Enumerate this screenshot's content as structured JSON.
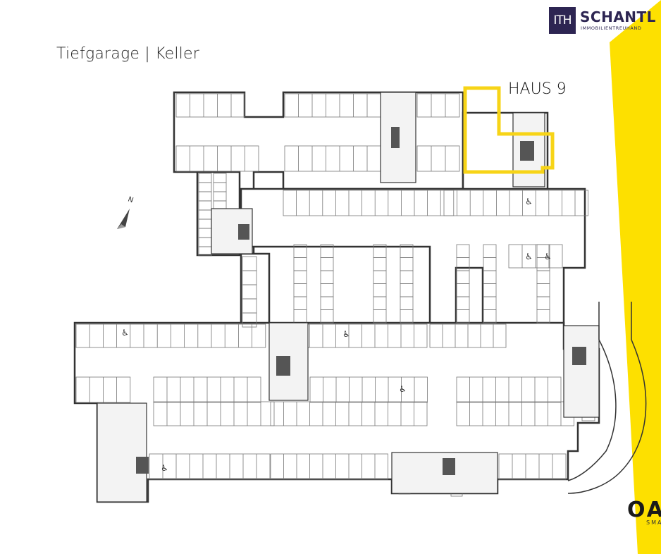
{
  "header": {
    "title": "Tiefgarage | Keller"
  },
  "logo": {
    "mark": "ITH",
    "name": "SCHANTL",
    "subtitle": "IMMOBILIENTREUHAND"
  },
  "plan": {
    "highlight_label": "HAUS 9",
    "compass": "N"
  },
  "footer": {
    "brand_partial": "OAS",
    "brand_sub_partial": "SMA"
  },
  "colors": {
    "highlight": "#f7d417",
    "accent_band": "#fde000",
    "brand": "#2d2552",
    "wall": "#333333"
  }
}
